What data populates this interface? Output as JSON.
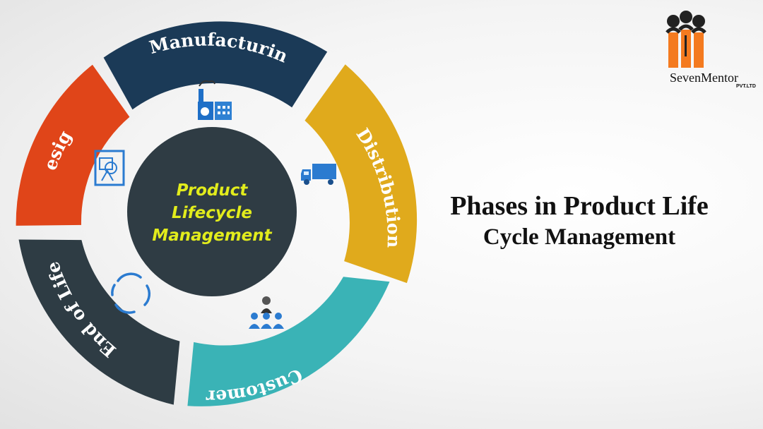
{
  "diagram": {
    "center_lines": [
      "Product",
      "Lifecycle",
      "Management"
    ],
    "phases": [
      {
        "label": "Manufacturing",
        "color": "#1b3a57",
        "icon": "factory-icon"
      },
      {
        "label": "Distribution",
        "color": "#e0aa1c",
        "icon": "truck-icon"
      },
      {
        "label": "Customer",
        "color": "#3ab3b6",
        "icon": "people-icon"
      },
      {
        "label": "End of Life",
        "color": "#2e3c44",
        "icon": "cycle-icon"
      },
      {
        "label": "Design",
        "color": "#e04519",
        "icon": "design-icon"
      }
    ],
    "center_color": "#2f3c44",
    "center_text_color": "#e2ec1c"
  },
  "heading": {
    "line1": "Phases in Product Life",
    "line2": "Cycle Management"
  },
  "logo": {
    "name": "SevenMentor",
    "suffix": "PVT.LTD"
  }
}
